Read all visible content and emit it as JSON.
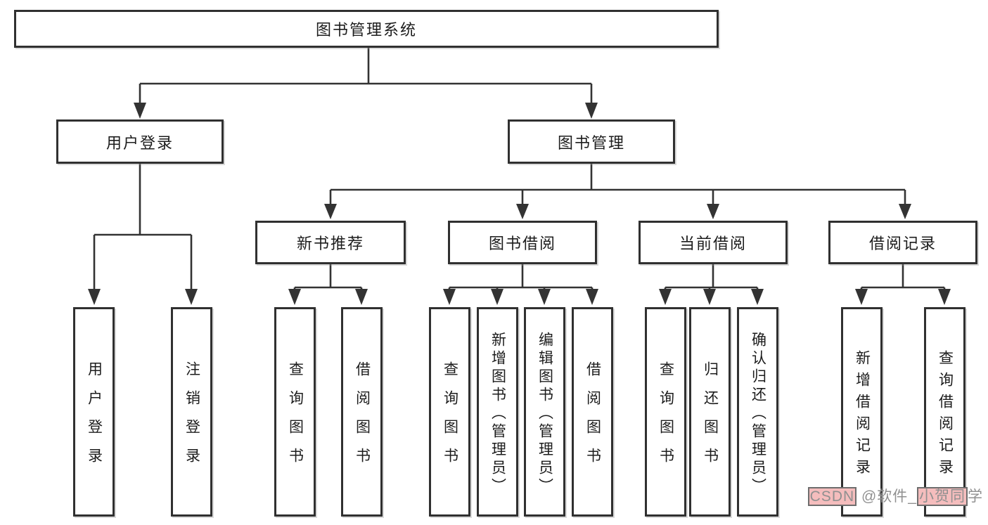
{
  "diagram": {
    "root": {
      "label": "图书管理系统"
    },
    "branches": {
      "user_login": {
        "label": "用户登录"
      },
      "book_mgmt": {
        "label": "图书管理"
      }
    },
    "modules": {
      "new_book": {
        "label": "新书推荐"
      },
      "book_borrow": {
        "label": "图书借阅"
      },
      "current_borrow": {
        "label": "当前借阅"
      },
      "borrow_record": {
        "label": "借阅记录"
      }
    },
    "leaves": {
      "user": [
        {
          "label": "用户登录"
        },
        {
          "label": "注销登录"
        }
      ],
      "new_book": [
        {
          "label": "查询图书"
        },
        {
          "label": "借阅图书"
        }
      ],
      "book_borrow": [
        {
          "label": "查询图书"
        },
        {
          "label": "新增图书（管理员）"
        },
        {
          "label": "编辑图书（管理员）"
        },
        {
          "label": "借阅图书"
        }
      ],
      "current_borrow": [
        {
          "label": "查询图书"
        },
        {
          "label": "归还图书"
        },
        {
          "label": "确认归还（管理员）"
        }
      ],
      "borrow_record": [
        {
          "label": "新增借阅记录"
        },
        {
          "label": "查询借阅记录"
        }
      ]
    }
  },
  "watermark": {
    "brand": "CSDN",
    "middle": " @软件_",
    "name_highlight": "小贺同",
    "name_suffix": "学"
  },
  "colors": {
    "line": "#333333",
    "box_border": "#303030",
    "text": "#1c1c1c",
    "watermark_text": "#909090",
    "watermark_highlight": "#f5bdbd"
  }
}
